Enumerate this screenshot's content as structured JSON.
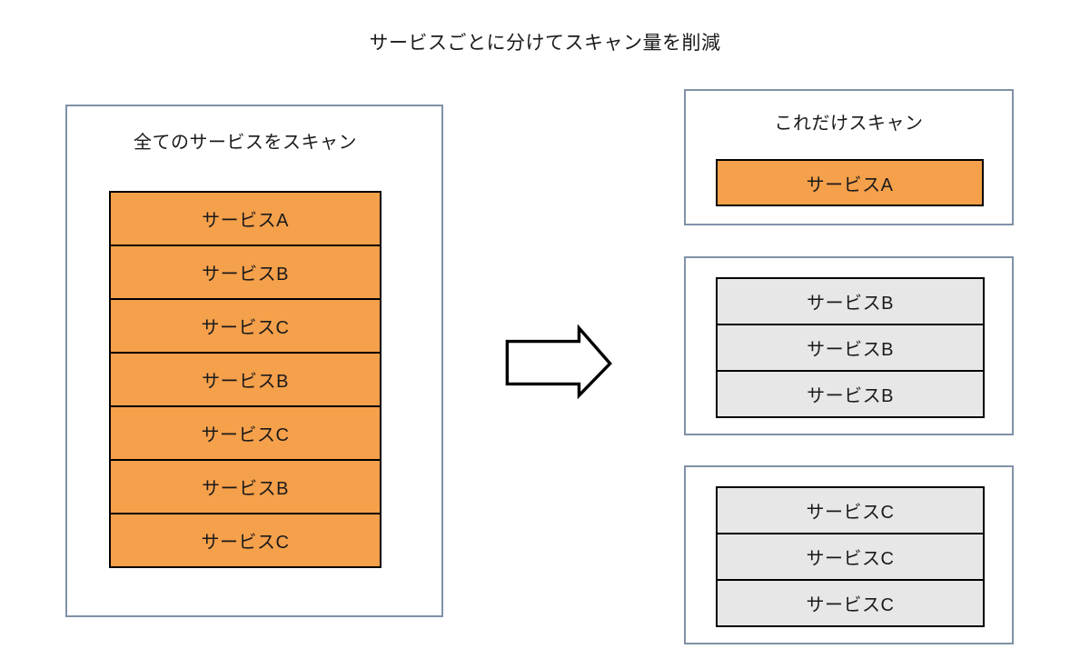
{
  "title": "サービスごとに分けてスキャン量を削減",
  "colors": {
    "background": "#FFFFFF",
    "text": "#1A1A1A",
    "service_highlight": "#F5A04B",
    "service_muted": "#E7E7E7",
    "panel_border": "#8091A7",
    "row_border": "#000000"
  },
  "left_panel": {
    "header": "全てのサービスをスキャン",
    "rows": [
      "サービスA",
      "サービスB",
      "サービスC",
      "サービスB",
      "サービスC",
      "サービスB",
      "サービスC"
    ]
  },
  "arrow": {
    "icon": "right-block-arrow"
  },
  "right": {
    "scan_panel": {
      "header": "これだけスキャン",
      "rows": [
        "サービスA"
      ]
    },
    "service_b_panel": {
      "rows": [
        "サービスB",
        "サービスB",
        "サービスB"
      ]
    },
    "service_c_panel": {
      "rows": [
        "サービスC",
        "サービスC",
        "サービスC"
      ]
    }
  }
}
